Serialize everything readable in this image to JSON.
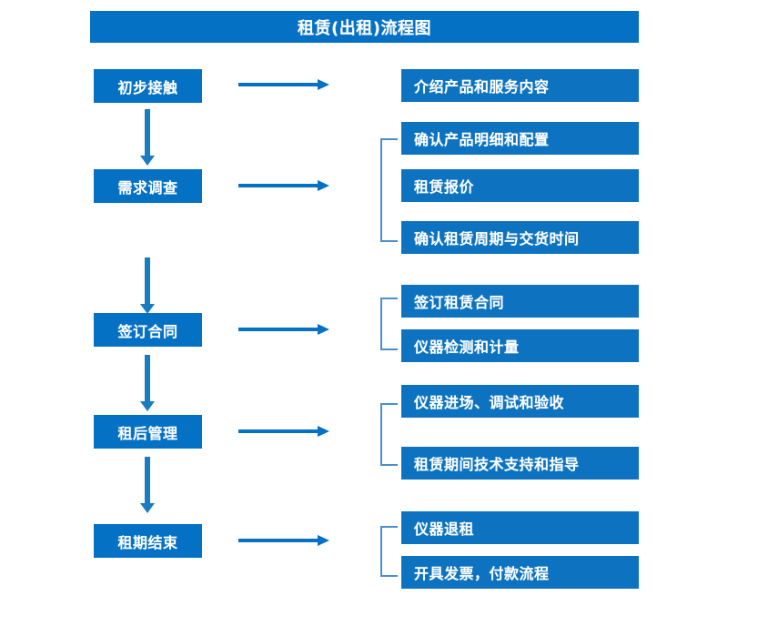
{
  "page": {
    "title": "租赁(出租)流程图",
    "background_color": "#ffffff",
    "accent_color": "#0571c4",
    "box_color": "#0d73c0",
    "bracket_color": "#4a8fcb",
    "text_color": "#ffffff"
  },
  "flow": {
    "stages": [
      {
        "label": "初步接触",
        "details": [
          "介绍产品和服务内容"
        ],
        "has_bracket": false,
        "arrow_to_next": true
      },
      {
        "label": "需求调查",
        "details": [
          "确认产品明细和配置",
          "租赁报价",
          "确认租赁周期与交货时间"
        ],
        "has_bracket": true,
        "arrow_to_next": true
      },
      {
        "label": "签订合同",
        "details": [
          "签订租赁合同",
          "仪器检测和计量"
        ],
        "has_bracket": true,
        "arrow_to_next": true
      },
      {
        "label": "租后管理",
        "details": [
          "仪器进场、调试和验收",
          "租赁期间技术支持和指导"
        ],
        "has_bracket": true,
        "arrow_to_next": true
      },
      {
        "label": "租期结束",
        "details": [
          "仪器退租",
          "开具发票，付款流程"
        ],
        "has_bracket": true,
        "arrow_to_next": false
      }
    ]
  }
}
